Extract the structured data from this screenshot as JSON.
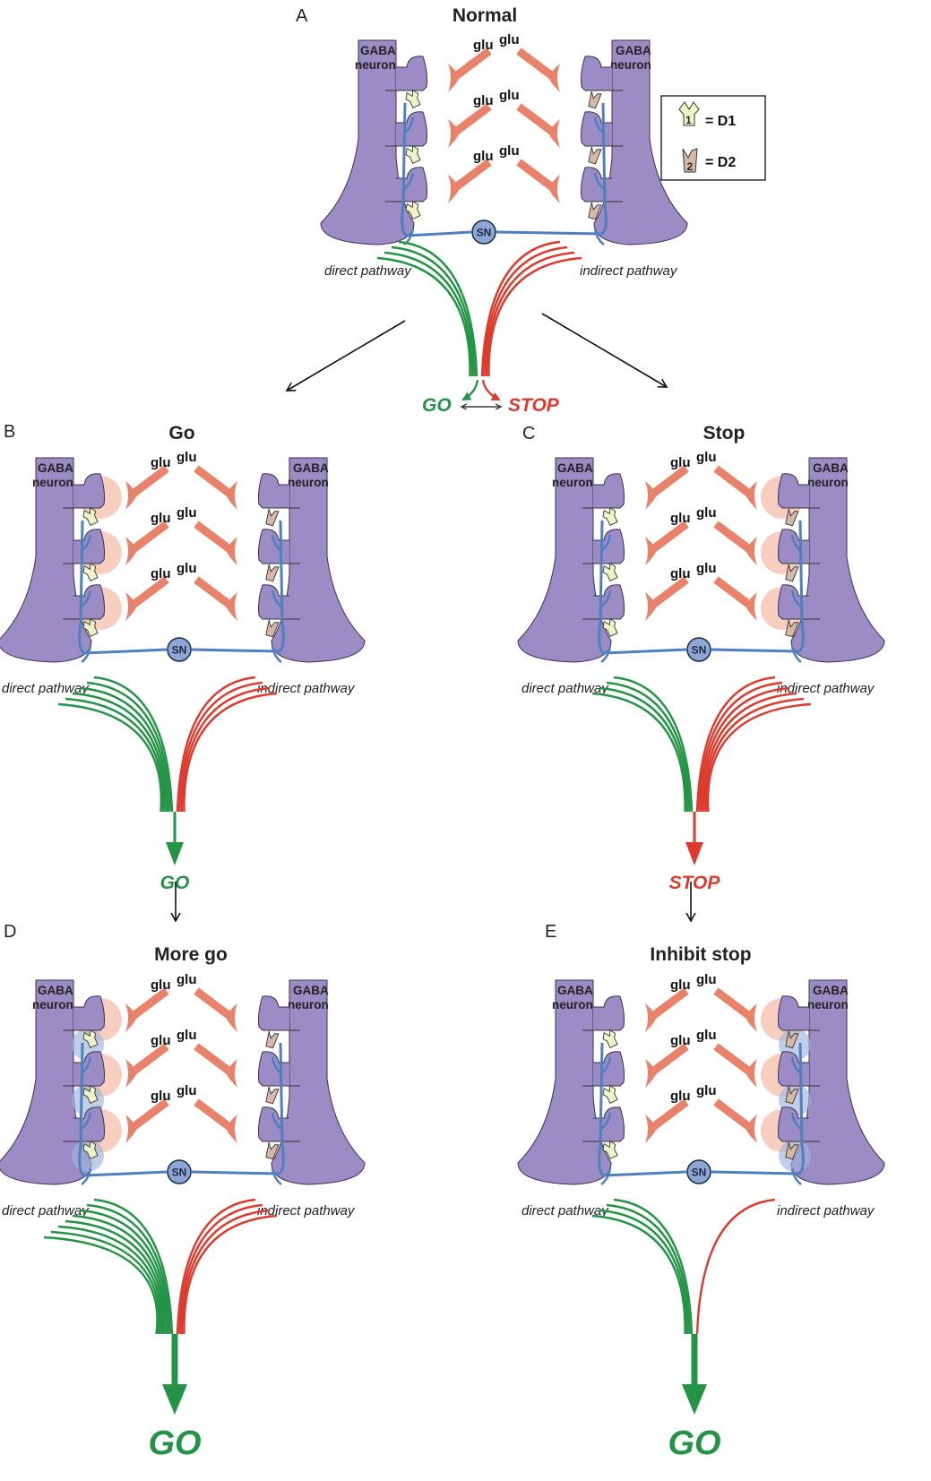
{
  "figure": {
    "colors": {
      "neuron": "#9b8cc6",
      "neuron_outline": "#3a3050",
      "glutamate": "#e9826b",
      "dopamine_path": "#4f7fbf",
      "sn_fill": "#8ea6d6",
      "go": "#239445",
      "stop": "#dd3a2e",
      "d1_fill": "#eef4c8",
      "d2_fill": "#d8b8a6",
      "glu_halo": "#f5b9a6",
      "da_halo": "#9fb3da"
    },
    "legend": {
      "d1_symbol_number": "1",
      "d1_label": "= D1",
      "d2_symbol_number": "2",
      "d2_label": "= D2"
    },
    "panels": [
      {
        "letter": "A",
        "title": "Normal",
        "neuron_label_line1": "GABA",
        "neuron_label_line2": "neuron",
        "glu_label": "glu",
        "sn_label": "SN",
        "direct_label": "direct pathway",
        "indirect_label": "indirect pathway",
        "direct_glu_active": false,
        "indirect_glu_active": false,
        "direct_da_active": false,
        "indirect_da_active": false,
        "green_fibers": 4,
        "red_fibers": 4,
        "outcome": "balanced",
        "go_label": "GO",
        "stop_label": "STOP"
      },
      {
        "letter": "B",
        "title": "Go",
        "neuron_label_line1": "GABA",
        "neuron_label_line2": "neuron",
        "glu_label": "glu",
        "sn_label": "SN",
        "direct_label": "direct pathway",
        "indirect_label": "indirect pathway",
        "direct_glu_active": true,
        "indirect_glu_active": false,
        "direct_da_active": false,
        "indirect_da_active": false,
        "green_fibers": 6,
        "red_fibers": 4,
        "outcome": "go",
        "outcome_label": "GO"
      },
      {
        "letter": "C",
        "title": "Stop",
        "neuron_label_line1": "GABA",
        "neuron_label_line2": "neuron",
        "glu_label": "glu",
        "sn_label": "SN",
        "direct_label": "direct pathway",
        "indirect_label": "indirect pathway",
        "direct_glu_active": false,
        "indirect_glu_active": true,
        "direct_da_active": false,
        "indirect_da_active": false,
        "green_fibers": 4,
        "red_fibers": 6,
        "outcome": "stop",
        "outcome_label": "STOP"
      },
      {
        "letter": "D",
        "title": "More go",
        "neuron_label_line1": "GABA",
        "neuron_label_line2": "neuron",
        "glu_label": "glu",
        "sn_label": "SN",
        "direct_label": "direct pathway",
        "indirect_label": "indirect pathway",
        "direct_glu_active": true,
        "indirect_glu_active": false,
        "direct_da_active": true,
        "indirect_da_active": false,
        "green_fibers": 8,
        "red_fibers": 4,
        "outcome": "go",
        "outcome_label": "GO"
      },
      {
        "letter": "E",
        "title": "Inhibit stop",
        "neuron_label_line1": "GABA",
        "neuron_label_line2": "neuron",
        "glu_label": "glu",
        "sn_label": "SN",
        "direct_label": "direct pathway",
        "indirect_label": "indirect pathway",
        "direct_glu_active": false,
        "indirect_glu_active": true,
        "direct_da_active": false,
        "indirect_da_active": true,
        "green_fibers": 4,
        "red_fibers": 1,
        "outcome": "go",
        "outcome_label": "GO"
      }
    ]
  }
}
